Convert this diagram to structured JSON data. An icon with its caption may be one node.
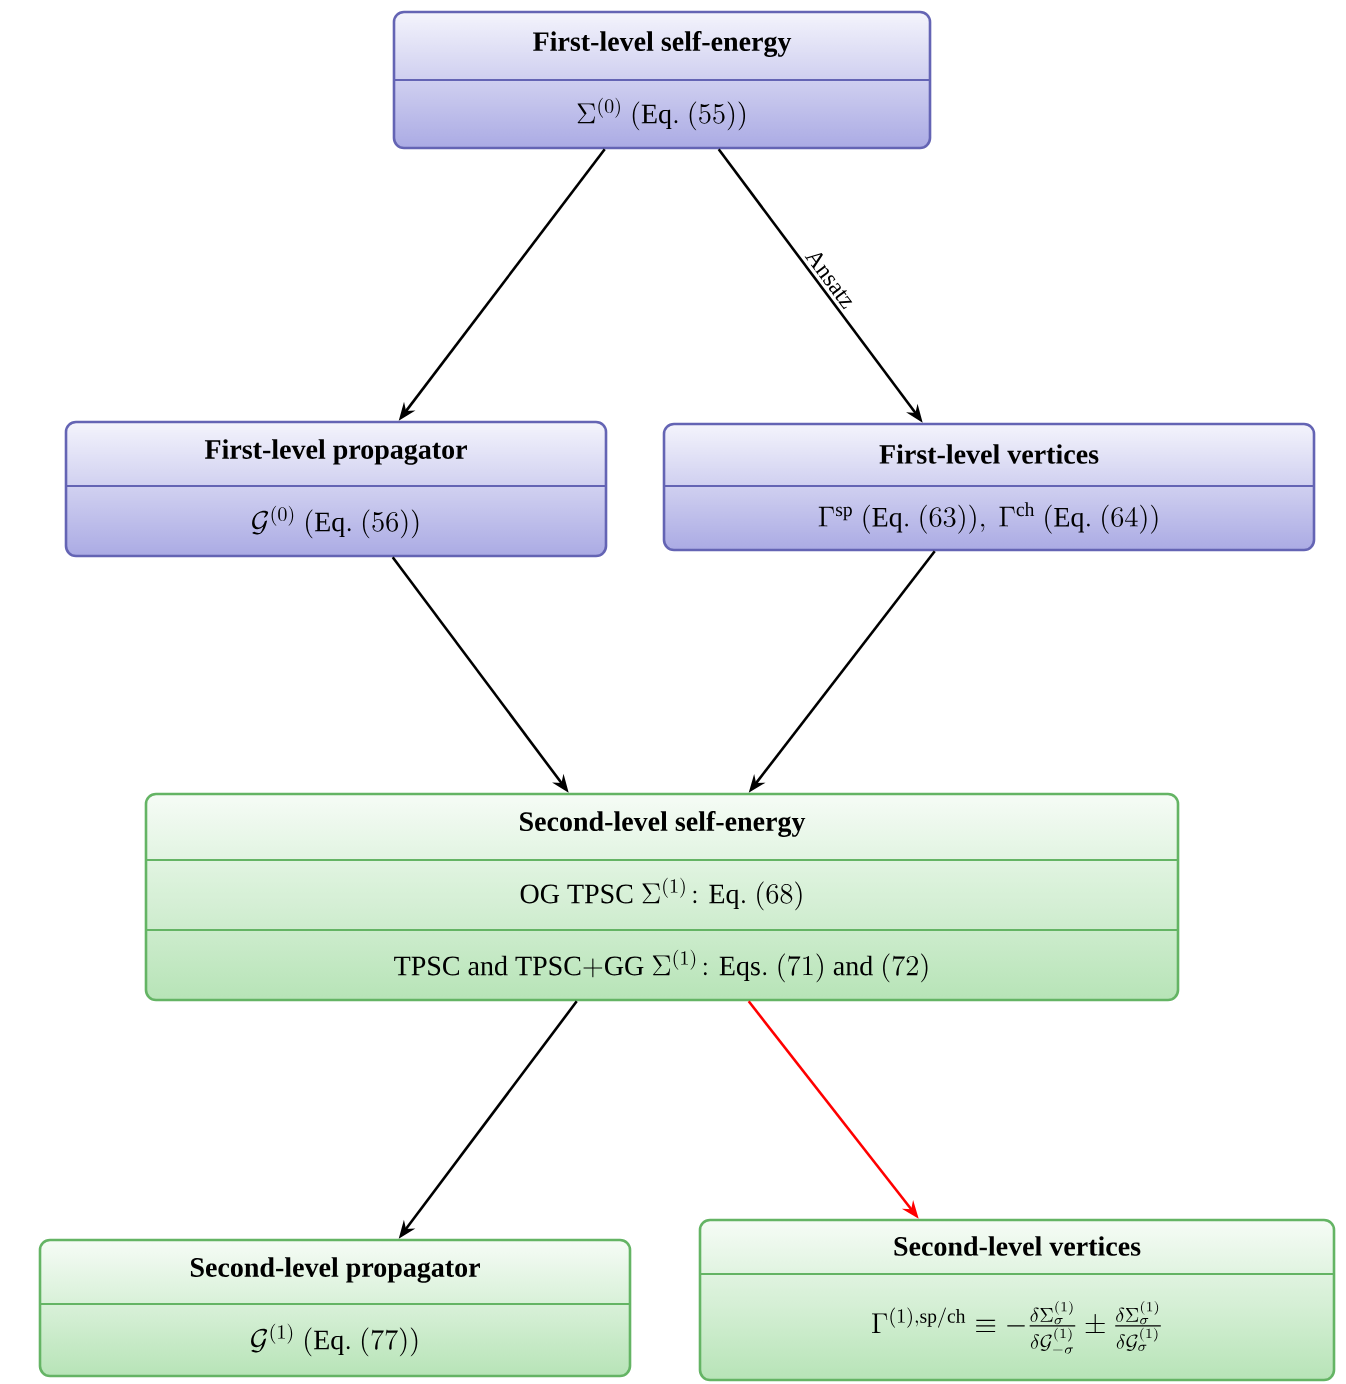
{
  "diagram": {
    "nodes": [
      {
        "text": [
          "First-level self-energy",
          "\\Sigma^{(0)}\\ (\\mathrm{Eq.}\\ (55))"
        ]
      },
      {
        "text": [
          "First-level propagator",
          "\\mathcal{G}^{(0)}\\ (\\mathrm{Eq.}\\ (56))"
        ]
      },
      {
        "text": [
          "First-level vertices",
          "\\Gamma^{\\mathrm{sp}}\\ (\\mathrm{Eq.}\\ (63)),\\ \\Gamma^{\\mathrm{ch}}\\ (\\mathrm{Eq.}\\ (64))"
        ]
      },
      {
        "text": [
          "Second-level self-energy",
          "\\mathrm{OG\\ TPSC}\\ \\Sigma^{(1)}\\colon \\mathrm{Eq.}\\ (68)",
          "\\mathrm{TPSC\\ and\\ TPSC{+}GG}\\ \\Sigma^{(1)}\\colon \\mathrm{Eqs.}\\ (71)\\ \\mathrm{and}\\ (72)"
        ]
      },
      {
        "text": [
          "Second-level propagator",
          "\\mathcal{G}^{(1)}\\ (\\mathrm{Eq.}\\ (77))"
        ]
      },
      {
        "text": [
          "Second-level vertices",
          "\\Gamma^{(1),\\mathrm{sp/ch}} \\equiv -\\frac{\\delta\\Sigma^{(1)}_{\\sigma}}{\\delta\\mathcal{G}^{(1)}_{-\\sigma}} \\pm \\frac{\\delta\\Sigma^{(1)}_{\\sigma}}{\\delta\\mathcal{G}^{(1)}_{\\sigma}}"
        ]
      }
    ],
    "edges": [
      {
        "from": 0,
        "to": 1,
        "arrow": "to"
      },
      {
        "from": 0,
        "to": 2,
        "arrow": "to",
        "label": "Ansatz"
      },
      {
        "from": 1,
        "to": 3,
        "arrow": "to"
      },
      {
        "from": 2,
        "to": 3,
        "arrow": "to"
      },
      {
        "from": 3,
        "to": 4,
        "arrow": "to"
      },
      {
        "from": 3,
        "to": 5,
        "arrow": "to",
        "color": "#ff0000"
      }
    ]
  }
}
